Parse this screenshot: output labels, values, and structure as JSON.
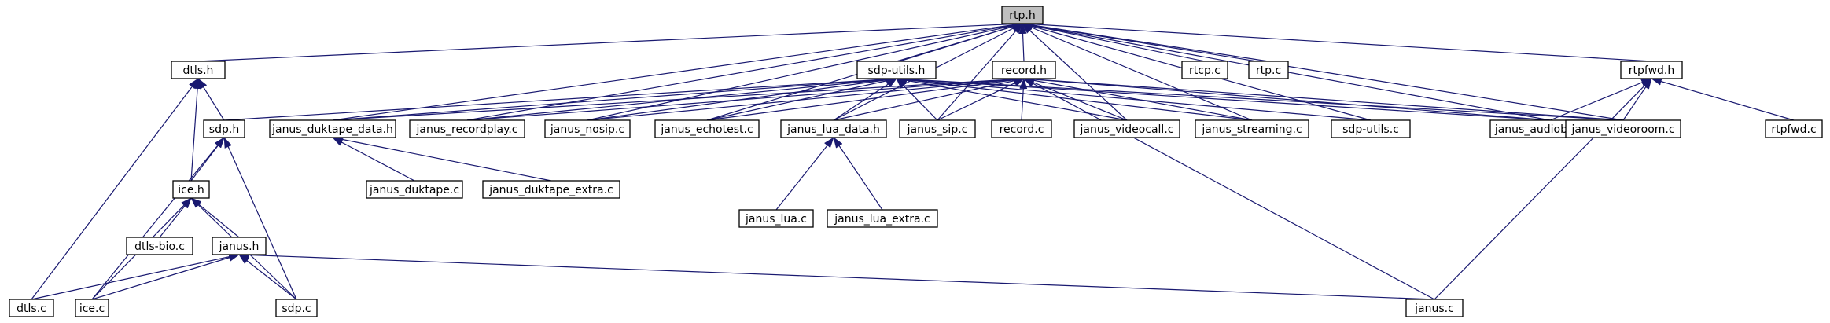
{
  "graph": {
    "edge_color": "#191970",
    "root_fill": "#bfbfbf",
    "nodes": [
      {
        "id": "rtp_h",
        "label": "rtp.h"
      },
      {
        "id": "dtls_h",
        "label": "dtls.h"
      },
      {
        "id": "sdp_utils_h",
        "label": "sdp-utils.h"
      },
      {
        "id": "record_h",
        "label": "record.h"
      },
      {
        "id": "rtcp_c",
        "label": "rtcp.c"
      },
      {
        "id": "rtp_c",
        "label": "rtp.c"
      },
      {
        "id": "rtpfwd_h",
        "label": "rtpfwd.h"
      },
      {
        "id": "sdp_h",
        "label": "sdp.h"
      },
      {
        "id": "janus_duktape_data_h",
        "label": "janus_duktape_data.h"
      },
      {
        "id": "janus_recordplay_c",
        "label": "janus_recordplay.c"
      },
      {
        "id": "janus_nosip_c",
        "label": "janus_nosip.c"
      },
      {
        "id": "janus_echotest_c",
        "label": "janus_echotest.c"
      },
      {
        "id": "janus_lua_data_h",
        "label": "janus_lua_data.h"
      },
      {
        "id": "janus_sip_c",
        "label": "janus_sip.c"
      },
      {
        "id": "record_c",
        "label": "record.c"
      },
      {
        "id": "janus_videocall_c",
        "label": "janus_videocall.c"
      },
      {
        "id": "janus_streaming_c",
        "label": "janus_streaming.c"
      },
      {
        "id": "sdp_utils_c",
        "label": "sdp-utils.c"
      },
      {
        "id": "janus_audiobridge_c",
        "label": "janus_audiobridge.c"
      },
      {
        "id": "janus_videoroom_c",
        "label": "janus_videoroom.c"
      },
      {
        "id": "rtpfwd_c",
        "label": "rtpfwd.c"
      },
      {
        "id": "ice_h",
        "label": "ice.h"
      },
      {
        "id": "janus_duktape_c",
        "label": "janus_duktape.c"
      },
      {
        "id": "janus_duktape_extra_c",
        "label": "janus_duktape_extra.c"
      },
      {
        "id": "janus_lua_c",
        "label": "janus_lua.c"
      },
      {
        "id": "janus_lua_extra_c",
        "label": "janus_lua_extra.c"
      },
      {
        "id": "dtls_bio_c",
        "label": "dtls-bio.c"
      },
      {
        "id": "janus_h",
        "label": "janus.h"
      },
      {
        "id": "dtls_c",
        "label": "dtls.c"
      },
      {
        "id": "ice_c",
        "label": "ice.c"
      },
      {
        "id": "sdp_c",
        "label": "sdp.c"
      },
      {
        "id": "janus_c",
        "label": "janus.c"
      }
    ],
    "edges": [
      [
        "dtls_h",
        "rtp_h"
      ],
      [
        "sdp_utils_h",
        "rtp_h"
      ],
      [
        "record_h",
        "rtp_h"
      ],
      [
        "rtcp_c",
        "rtp_h"
      ],
      [
        "rtp_c",
        "rtp_h"
      ],
      [
        "rtpfwd_h",
        "rtp_h"
      ],
      [
        "janus_duktape_data_h",
        "rtp_h"
      ],
      [
        "janus_recordplay_c",
        "rtp_h"
      ],
      [
        "janus_nosip_c",
        "rtp_h"
      ],
      [
        "janus_echotest_c",
        "rtp_h"
      ],
      [
        "janus_lua_data_h",
        "rtp_h"
      ],
      [
        "janus_sip_c",
        "rtp_h"
      ],
      [
        "janus_videocall_c",
        "rtp_h"
      ],
      [
        "janus_streaming_c",
        "rtp_h"
      ],
      [
        "sdp_utils_c",
        "rtp_h"
      ],
      [
        "janus_audiobridge_c",
        "rtp_h"
      ],
      [
        "janus_videoroom_c",
        "rtp_h"
      ],
      [
        "sdp_h",
        "dtls_h"
      ],
      [
        "ice_h",
        "dtls_h"
      ],
      [
        "dtls_c",
        "dtls_h"
      ],
      [
        "sdp_h",
        "sdp_utils_h"
      ],
      [
        "janus_duktape_data_h",
        "sdp_utils_h"
      ],
      [
        "janus_recordplay_c",
        "sdp_utils_h"
      ],
      [
        "janus_nosip_c",
        "sdp_utils_h"
      ],
      [
        "janus_echotest_c",
        "sdp_utils_h"
      ],
      [
        "janus_lua_data_h",
        "sdp_utils_h"
      ],
      [
        "janus_sip_c",
        "sdp_utils_h"
      ],
      [
        "janus_videocall_c",
        "sdp_utils_h"
      ],
      [
        "janus_streaming_c",
        "sdp_utils_h"
      ],
      [
        "sdp_utils_c",
        "sdp_utils_h"
      ],
      [
        "janus_audiobridge_c",
        "sdp_utils_h"
      ],
      [
        "janus_videoroom_c",
        "sdp_utils_h"
      ],
      [
        "janus_duktape_data_h",
        "record_h"
      ],
      [
        "janus_recordplay_c",
        "record_h"
      ],
      [
        "janus_nosip_c",
        "record_h"
      ],
      [
        "janus_echotest_c",
        "record_h"
      ],
      [
        "janus_lua_data_h",
        "record_h"
      ],
      [
        "janus_sip_c",
        "record_h"
      ],
      [
        "record_c",
        "record_h"
      ],
      [
        "janus_videocall_c",
        "record_h"
      ],
      [
        "janus_streaming_c",
        "record_h"
      ],
      [
        "janus_audiobridge_c",
        "record_h"
      ],
      [
        "janus_videoroom_c",
        "record_h"
      ],
      [
        "janus_c",
        "record_h"
      ],
      [
        "janus_audiobridge_c",
        "rtpfwd_h"
      ],
      [
        "janus_videoroom_c",
        "rtpfwd_h"
      ],
      [
        "rtpfwd_c",
        "rtpfwd_h"
      ],
      [
        "janus_c",
        "rtpfwd_h"
      ],
      [
        "ice_h",
        "sdp_h"
      ],
      [
        "ice_c",
        "sdp_h"
      ],
      [
        "sdp_c",
        "sdp_h"
      ],
      [
        "janus_duktape_c",
        "janus_duktape_data_h"
      ],
      [
        "janus_duktape_extra_c",
        "janus_duktape_data_h"
      ],
      [
        "janus_lua_c",
        "janus_lua_data_h"
      ],
      [
        "janus_lua_extra_c",
        "janus_lua_data_h"
      ],
      [
        "dtls_bio_c",
        "ice_h"
      ],
      [
        "janus_h",
        "ice_h"
      ],
      [
        "ice_c",
        "ice_h"
      ],
      [
        "sdp_c",
        "ice_h"
      ],
      [
        "dtls_c",
        "janus_h"
      ],
      [
        "ice_c",
        "janus_h"
      ],
      [
        "sdp_c",
        "janus_h"
      ],
      [
        "janus_c",
        "janus_h"
      ]
    ]
  }
}
